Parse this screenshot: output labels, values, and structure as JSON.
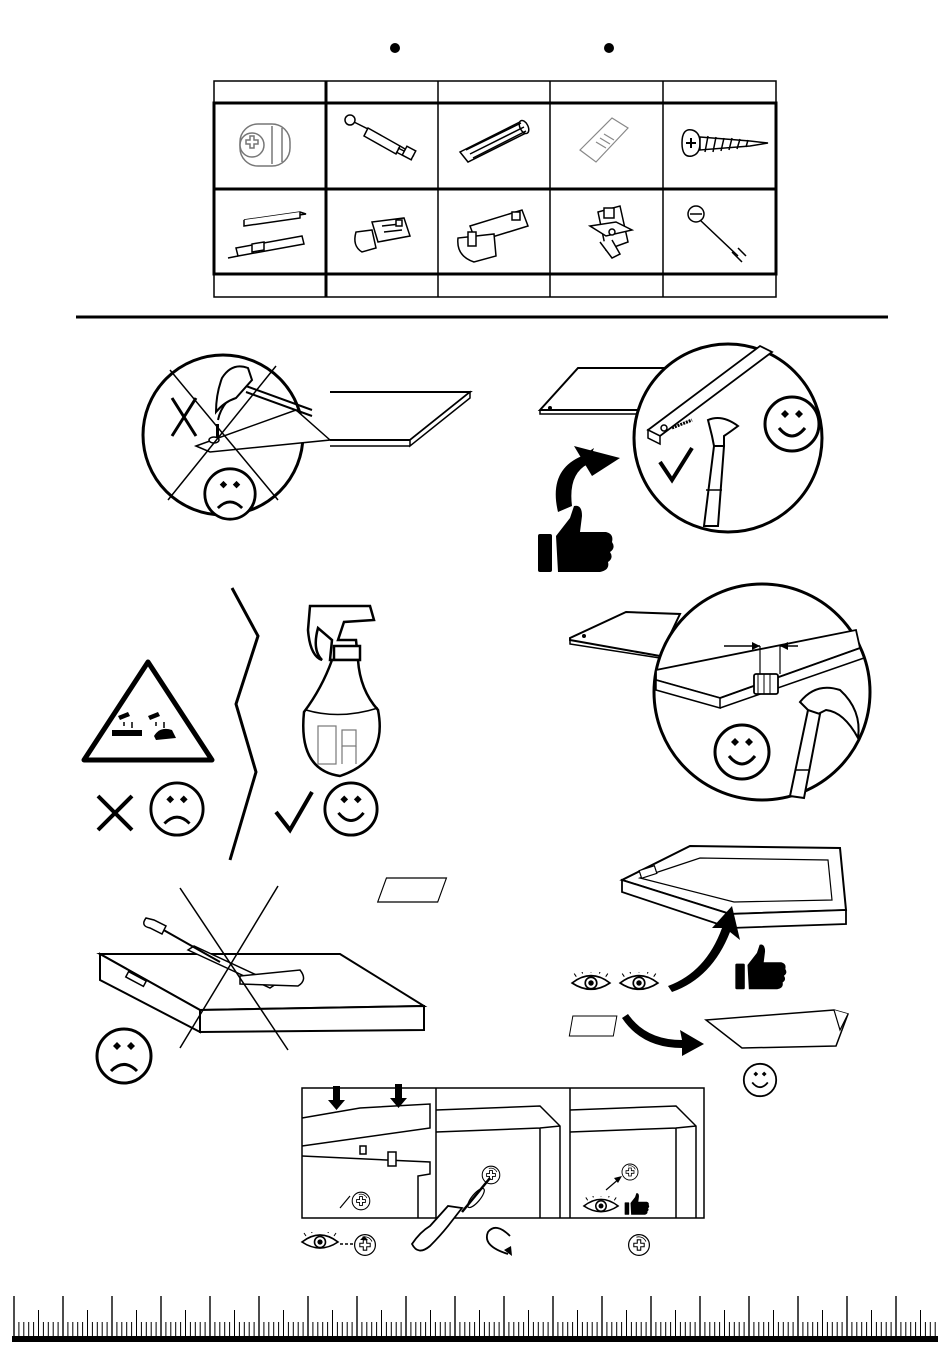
{
  "document": {
    "type": "furniture-assembly-instruction-sheet",
    "header_markers": [
      "bullet",
      "bullet"
    ],
    "hardware_table": {
      "rows": 2,
      "columns": 5,
      "items": [
        {
          "icon": "cam-lock-icon"
        },
        {
          "icon": "cam-bolt-icon"
        },
        {
          "icon": "wooden-dowel-icon"
        },
        {
          "icon": "shelf-support-icon"
        },
        {
          "icon": "wood-screw-icon"
        },
        {
          "icon": "drawer-runner-icon"
        },
        {
          "icon": "concealed-hinge-icon"
        },
        {
          "icon": "door-latch-icon"
        },
        {
          "icon": "hinge-plate-icon"
        },
        {
          "icon": "wall-anchor-icon"
        }
      ]
    },
    "panels": [
      {
        "name": "no-hammer-on-cam-hole",
        "verdict": "wrong",
        "icons": [
          "hammer-icon",
          "cross-mark-icon",
          "sad-face-icon"
        ]
      },
      {
        "name": "hammer-dowel-into-edge",
        "verdict": "correct",
        "icons": [
          "hammer-icon",
          "check-mark-icon",
          "happy-face-icon",
          "thumbs-up-icon",
          "curved-arrow-icon"
        ]
      },
      {
        "name": "no-corrosive-cleaners",
        "verdict": "wrong",
        "icons": [
          "corrosive-warning-icon",
          "cross-mark-icon",
          "sad-face-icon"
        ]
      },
      {
        "name": "mild-spray-cleaner",
        "verdict": "correct",
        "icons": [
          "spray-bottle-icon",
          "check-mark-icon",
          "happy-face-icon"
        ]
      },
      {
        "name": "dowel-depth-gap",
        "verdict": "correct",
        "icons": [
          "hammer-icon",
          "happy-face-icon"
        ]
      },
      {
        "name": "no-knife-on-box",
        "verdict": "wrong",
        "icons": [
          "knife-icon",
          "screwdriver-icon",
          "sad-face-icon"
        ]
      },
      {
        "name": "check-box-contents",
        "verdict": "correct",
        "icons": [
          "eye-icon",
          "thumbs-up-icon",
          "happy-face-icon"
        ]
      },
      {
        "name": "cam-lock-tightening-steps",
        "verdict": "info",
        "icons": [
          "eye-icon",
          "screwdriver-icon",
          "rotate-arrow-icon",
          "thumbs-up-icon"
        ]
      }
    ],
    "colors": {
      "ink": "#000000",
      "paper": "#ffffff",
      "hardware_tint": "#777777"
    }
  }
}
